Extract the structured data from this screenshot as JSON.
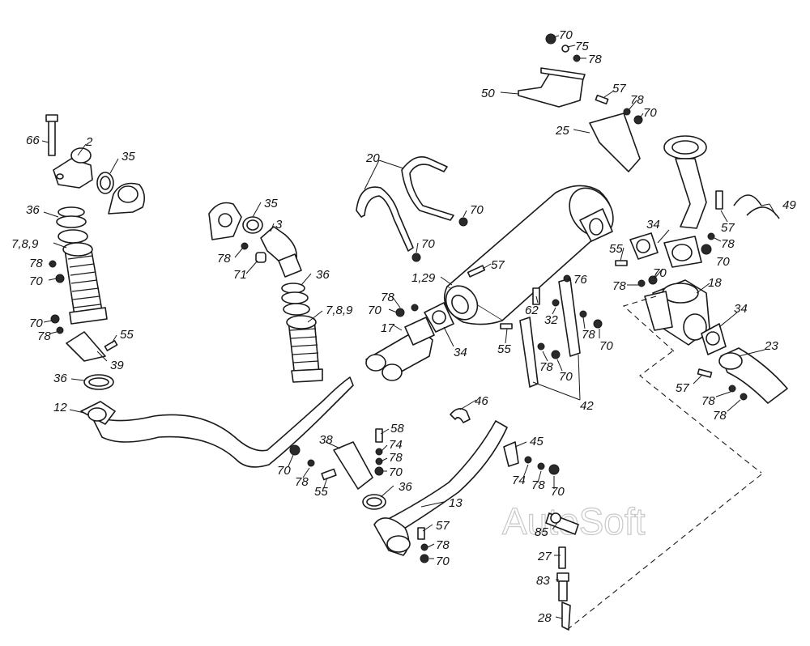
{
  "watermark": "AutoSoft",
  "part_labels": [
    "70",
    "75",
    "78",
    "50",
    "57",
    "78",
    "70",
    "25",
    "66",
    "2",
    "35",
    "36",
    "7,8,9",
    "78",
    "70",
    "70",
    "78",
    "55",
    "39",
    "36",
    "12",
    "35",
    "3",
    "78",
    "71",
    "36",
    "7,8,9",
    "20",
    "70",
    "70",
    "1,29",
    "57",
    "78",
    "70",
    "17",
    "34",
    "76",
    "62",
    "32",
    "55",
    "78",
    "70",
    "78",
    "70",
    "42",
    "34",
    "55",
    "70",
    "78",
    "70",
    "18",
    "34",
    "23",
    "57",
    "78",
    "78",
    "57",
    "49",
    "78",
    "46",
    "58",
    "74",
    "78",
    "70",
    "38",
    "70",
    "78",
    "55",
    "36",
    "13",
    "57",
    "78",
    "70",
    "45",
    "74",
    "78",
    "70",
    "85",
    "27",
    "83",
    "28"
  ]
}
